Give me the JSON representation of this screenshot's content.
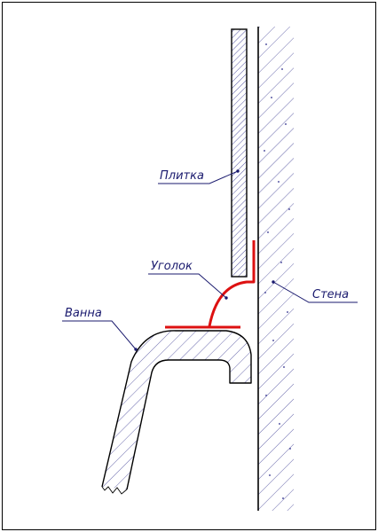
{
  "labels": {
    "tile": "Плитка",
    "corner": "Уголок",
    "wall": "Стена",
    "bath": "Ванна"
  },
  "colors": {
    "outline": "#000000",
    "hatch": "#2a2a8a",
    "leader": "#1a1a6e",
    "corner_profile": "#dd1111"
  }
}
